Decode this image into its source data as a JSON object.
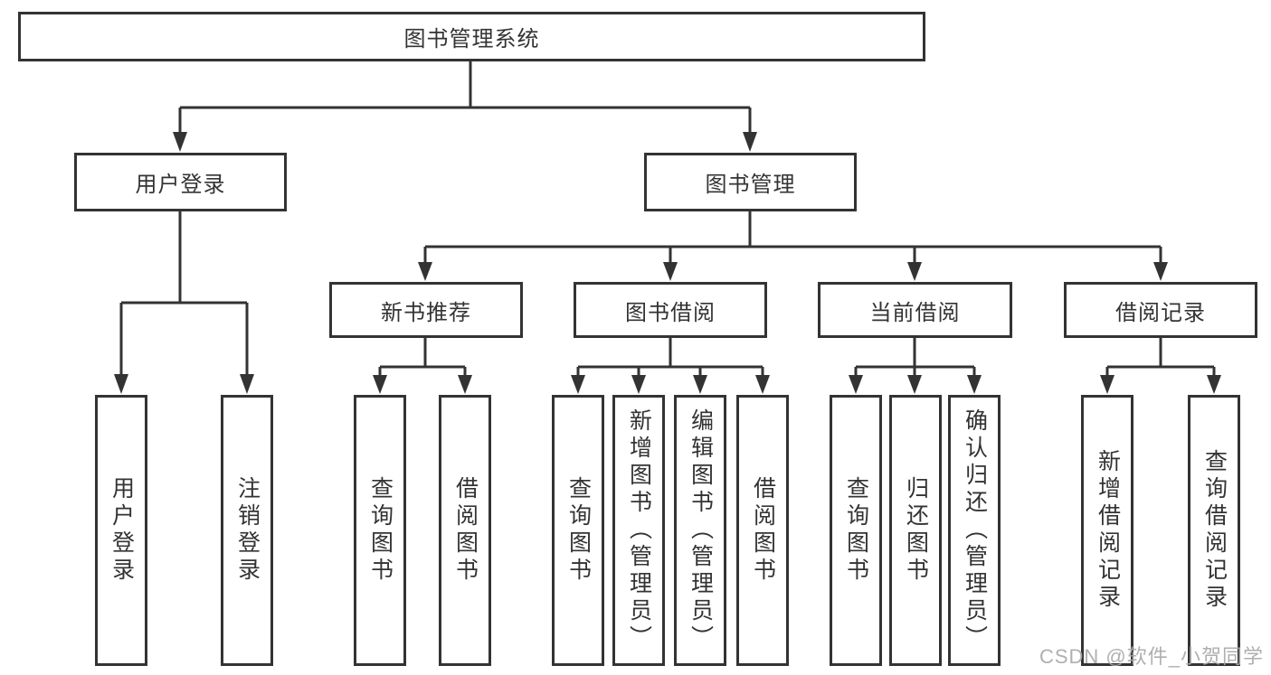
{
  "colors": {
    "line": "#333333",
    "box_border": "#333333",
    "text": "#333333",
    "watermark": "#a8a8a8",
    "background": "#ffffff"
  },
  "tree": {
    "root": {
      "label": "图书管理系统"
    },
    "branches": [
      {
        "label": "用户登录",
        "children": [
          {
            "label": "用户登录"
          },
          {
            "label": "注销登录"
          }
        ]
      },
      {
        "label": "图书管理",
        "children": [
          {
            "label": "新书推荐",
            "children": [
              {
                "label": "查询图书"
              },
              {
                "label": "借阅图书"
              }
            ]
          },
          {
            "label": "图书借阅",
            "children": [
              {
                "label": "查询图书"
              },
              {
                "label": "新增图书（管理员）"
              },
              {
                "label": "编辑图书（管理员）"
              },
              {
                "label": "借阅图书"
              }
            ]
          },
          {
            "label": "当前借阅",
            "children": [
              {
                "label": "查询图书"
              },
              {
                "label": "归还图书"
              },
              {
                "label": "确认归还（管理员）"
              }
            ]
          },
          {
            "label": "借阅记录",
            "children": [
              {
                "label": "新增借阅记录"
              },
              {
                "label": "查询借阅记录"
              }
            ]
          }
        ]
      }
    ]
  },
  "watermark": "CSDN @软件_小贺同学"
}
